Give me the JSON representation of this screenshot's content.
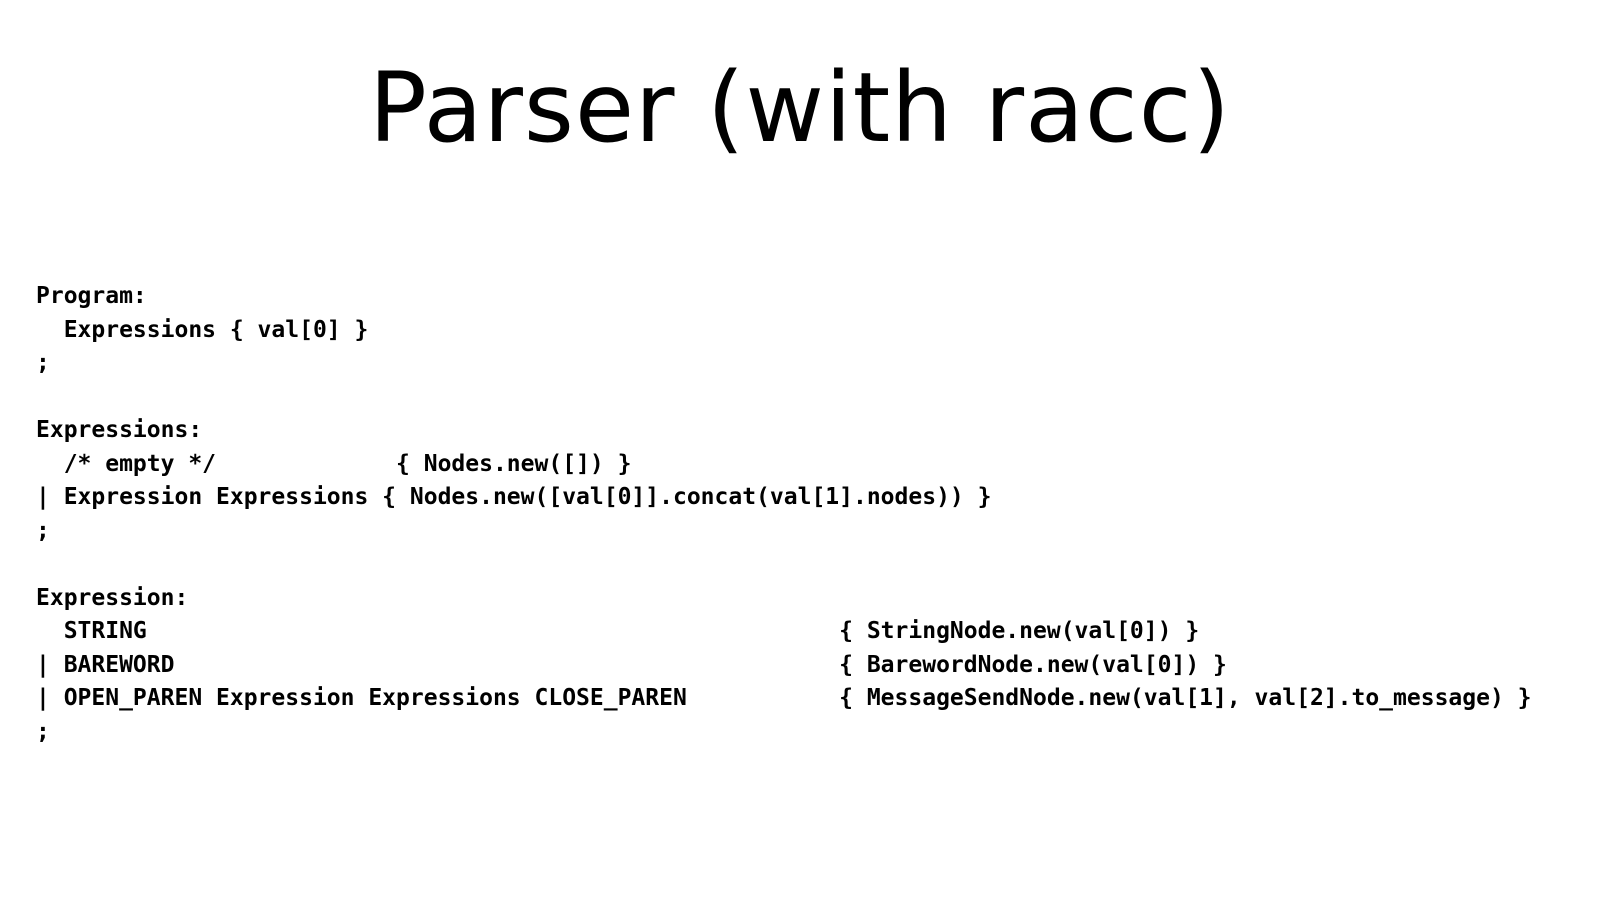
{
  "slide": {
    "title": "Parser (with racc)",
    "code_lines": [
      "Program:",
      "  Expressions { val[0] }",
      ";",
      "",
      "Expressions:",
      "  /* empty */             { Nodes.new([]) }",
      "| Expression Expressions { Nodes.new([val[0]].concat(val[1].nodes)) }",
      ";",
      "",
      "Expression:",
      "  STRING                                                  { StringNode.new(val[0]) }",
      "| BAREWORD                                                { BarewordNode.new(val[0]) }",
      "| OPEN_PAREN Expression Expressions CLOSE_PAREN           { MessageSendNode.new(val[1], val[2].to_message) }",
      ";"
    ]
  }
}
